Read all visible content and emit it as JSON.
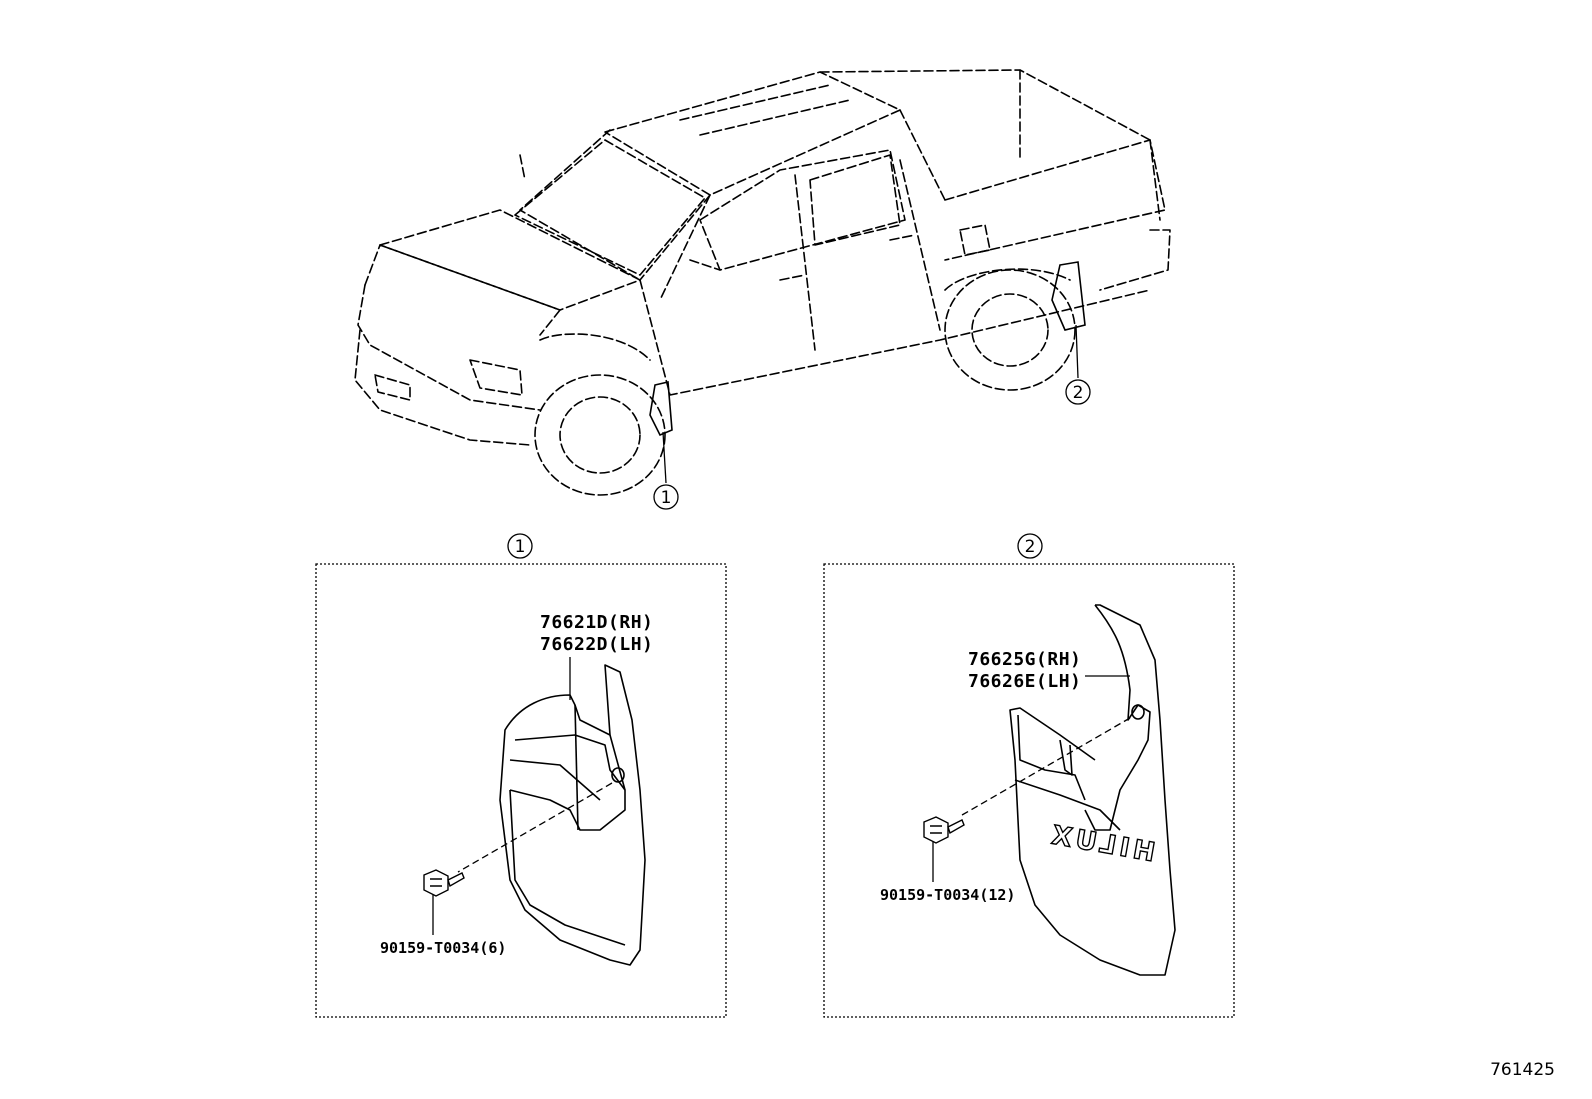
{
  "callouts": {
    "front_mudguard": "1",
    "rear_mudguard": "2"
  },
  "panel_1": {
    "number": "1",
    "part_rh": "76621D(RH)",
    "part_lh": "76622D(LH)",
    "bolt": "90159-T0034(6)"
  },
  "panel_2": {
    "number": "2",
    "part_rh": "76625G(RH)",
    "part_lh": "76626E(LH)",
    "bolt": "90159-T0034(12)",
    "embossed_text": "HILUX"
  },
  "figure_id": "761425"
}
